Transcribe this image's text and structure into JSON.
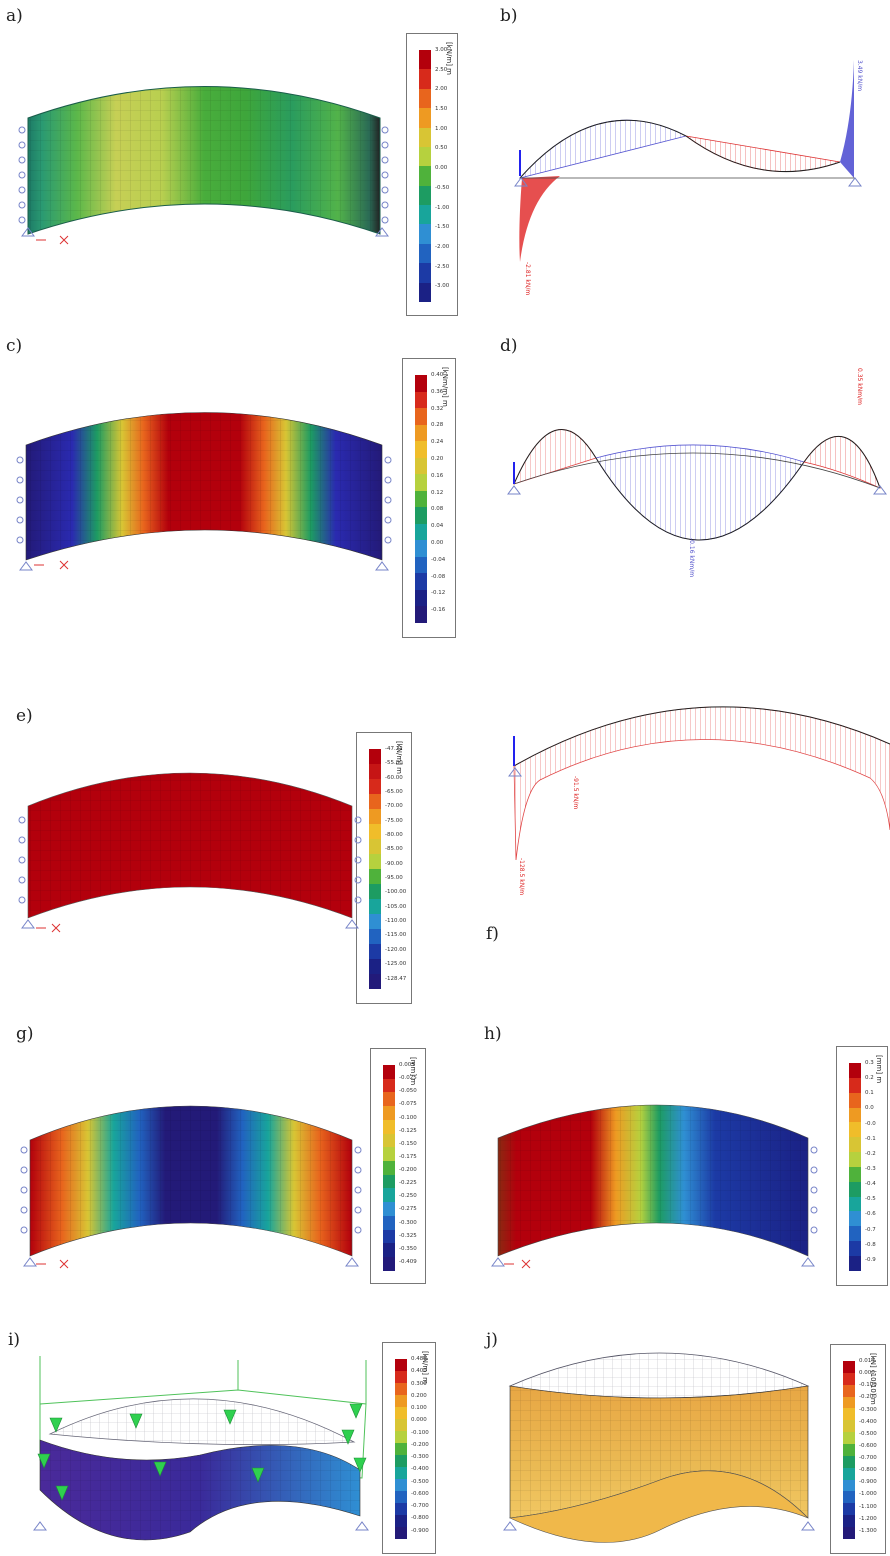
{
  "panels": {
    "a": {
      "label": "a)"
    },
    "b": {
      "label": "b)"
    },
    "c": {
      "label": "c)"
    },
    "d": {
      "label": "d)"
    },
    "e": {
      "label": "e)"
    },
    "f": {
      "label": "f)"
    },
    "g": {
      "label": "g)"
    },
    "h": {
      "label": "h)"
    },
    "i": {
      "label": "i)"
    },
    "j": {
      "label": "j)"
    }
  },
  "legends": {
    "a": {
      "unit": "[kN/m] m",
      "ticks": [
        "3.00",
        "2.50",
        "2.00",
        "1.50",
        "1.00",
        "0.50",
        "0.00",
        "-0.50",
        "-1.00",
        "-1.50",
        "-2.00",
        "-2.50",
        "-3.00"
      ],
      "colors": [
        "#b3000c",
        "#d72a1b",
        "#e8651d",
        "#ee9a22",
        "#d8c534",
        "#b6d13e",
        "#4fb23b",
        "#1d9c62",
        "#18a59b",
        "#2f8fd3",
        "#2163c0",
        "#1c3aa5",
        "#1b2185"
      ]
    },
    "c": {
      "unit": "[kNm/m] m",
      "ticks": [
        "0.40",
        "0.36",
        "0.32",
        "0.28",
        "0.24",
        "0.20",
        "0.16",
        "0.12",
        "0.08",
        "0.04",
        "0.00",
        "-0.04",
        "-0.08",
        "-0.12",
        "-0.16"
      ],
      "colors": [
        "#b3000c",
        "#d72a1b",
        "#e8651d",
        "#ee9a22",
        "#f0bd2a",
        "#d8c534",
        "#b6d13e",
        "#4fb23b",
        "#1d9c62",
        "#18a59b",
        "#2f8fd3",
        "#2163c0",
        "#1c3aa5",
        "#1b2185",
        "#231a78"
      ]
    },
    "e": {
      "unit": "[kN/m] m",
      "ticks": [
        "-47.22",
        "-55.00",
        "-60.00",
        "-65.00",
        "-70.00",
        "-75.00",
        "-80.00",
        "-85.00",
        "-90.00",
        "-95.00",
        "-100.00",
        "-105.00",
        "-110.00",
        "-115.00",
        "-120.00",
        "-125.00",
        "-128.47"
      ],
      "colors": [
        "#b3000c",
        "#c61515",
        "#d72a1b",
        "#e8651d",
        "#ee9a22",
        "#f0bd2a",
        "#d8c534",
        "#b6d13e",
        "#4fb23b",
        "#1d9c62",
        "#18a59b",
        "#2f8fd3",
        "#2163c0",
        "#1c3aa5",
        "#1b2185",
        "#221a7a"
      ]
    },
    "g": {
      "unit": "[mm] m",
      "ticks": [
        "0.005",
        "-0.025",
        "-0.050",
        "-0.075",
        "-0.100",
        "-0.125",
        "-0.150",
        "-0.175",
        "-0.200",
        "-0.225",
        "-0.250",
        "-0.275",
        "-0.300",
        "-0.325",
        "-0.350",
        "-0.409"
      ],
      "colors": [
        "#b3000c",
        "#d72a1b",
        "#e8651d",
        "#ee9a22",
        "#f0bd2a",
        "#d8c534",
        "#b6d13e",
        "#4fb23b",
        "#1d9c62",
        "#18a59b",
        "#2f8fd3",
        "#2163c0",
        "#1c3aa5",
        "#1b2185",
        "#221a7a"
      ]
    },
    "h": {
      "unit": "[mm] m",
      "ticks": [
        "0.3",
        "0.2",
        "0.1",
        "0.0",
        "-0.0",
        "-0.1",
        "-0.2",
        "-0.3",
        "-0.4",
        "-0.5",
        "-0.6",
        "-0.7",
        "-0.8",
        "-0.9"
      ],
      "colors": [
        "#b3000c",
        "#d72a1b",
        "#e8651d",
        "#ee9a22",
        "#f0bd2a",
        "#d8c534",
        "#b6d13e",
        "#4fb23b",
        "#1d9c62",
        "#18a59b",
        "#2f8fd3",
        "#2163c0",
        "#1c3aa5",
        "#1b2185"
      ]
    },
    "i": {
      "unit": "[kN/m] m",
      "ticks": [
        "0.488",
        "0.400",
        "0.300",
        "0.200",
        "0.100",
        "0.000",
        "-0.100",
        "-0.200",
        "-0.300",
        "-0.400",
        "-0.500",
        "-0.600",
        "-0.700",
        "-0.800",
        "-0.900"
      ],
      "colors": [
        "#b3000c",
        "#d72a1b",
        "#e8651d",
        "#ee9a22",
        "#f0bd2a",
        "#d8c534",
        "#b6d13e",
        "#4fb23b",
        "#1d9c62",
        "#18a59b",
        "#2f8fd3",
        "#2163c0",
        "#1c3aa5",
        "#1b2185",
        "#231a78"
      ]
    },
    "j": {
      "unit": "[kN] (10/10) m",
      "ticks": [
        "0.014",
        "0.000",
        "-0.100",
        "-0.200",
        "-0.300",
        "-0.400",
        "-0.500",
        "-0.600",
        "-0.700",
        "-0.800",
        "-0.900",
        "-1.000",
        "-1.100",
        "-1.200",
        "-1.300"
      ],
      "colors": [
        "#b3000c",
        "#d72a1b",
        "#e8651d",
        "#ee9a22",
        "#f0bd2a",
        "#d8c534",
        "#b6d13e",
        "#4fb23b",
        "#1d9c62",
        "#18a59b",
        "#2f8fd3",
        "#2163c0",
        "#1c3aa5",
        "#1b2185",
        "#231a78"
      ]
    }
  },
  "annotations": {
    "b_top": "3.49 kN/m",
    "b_left": "-2.81 kN/m",
    "d_right": "0.35 kNm/m",
    "d_bottom": "-0.16 kNm/m",
    "f_mid": "-91.5 kN/m",
    "f_left": "-128.5 kN/m"
  }
}
